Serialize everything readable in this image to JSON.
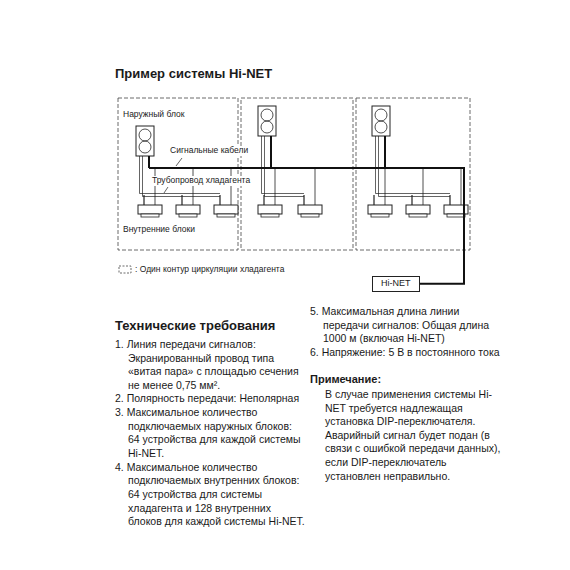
{
  "diagram": {
    "title": "Пример системы Hi-NET",
    "nodes": [
      {
        "text": [
          "Hi-NET"
        ]
      }
    ],
    "labels": [
      "Наружный блок",
      "Сигнальные кабели",
      "Трубопровод хладагента",
      "Внутренние блоки",
      "Технические требования",
      "1. Линия передачи сигналов:",
      "Экранированный провод типа «витая пара» с площадью сечения не менее 0,75 мм².",
      "2. Полярность передачи: Неполярная",
      "3. Максимальное количество подключаемых наружных блоков: 64 устройства для каждой системы Hi-NET.",
      "4. Максимальное количество подключаемых внутренних блоков: 64 устройства для системы хладагента и 128 внутренних блоков для каждой системы Hi-NET.",
      "5. Максимальная длина линии передачи сигналов: Общая длина 1000 м (включая Hi-NET)",
      "6. Напряжение: 5 В в постоянного тока",
      "Примечание:",
      "В случае применения системы Hi-NET требуется надлежащая установка DIP-переключателя. Аварийный сигнал будет подан (в связи с ошибкой передачи данных), если DIP-переключатель установлен неправильно."
    ],
    "legend": [
      {
        "text": ": Один контур циркуляции хладагента"
      }
    ]
  }
}
